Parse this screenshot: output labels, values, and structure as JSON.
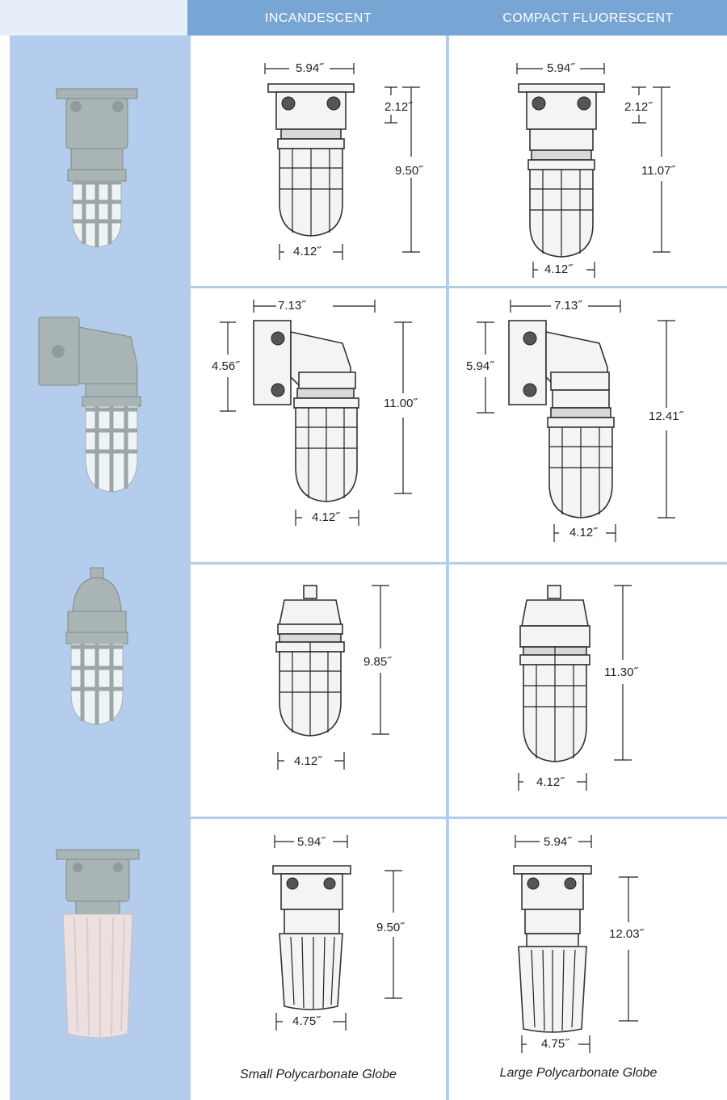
{
  "header": {
    "incandescent_label": "INCANDESCENT",
    "compact_fluorescent_label": "COMPACT FLUORESCENT"
  },
  "rows": [
    {
      "incandescent": {
        "top_width": "5.94˝",
        "box_height": "2.12˝",
        "total_height": "9.50˝",
        "bottom_width": "4.12˝"
      },
      "fluorescent": {
        "top_width": "5.94˝",
        "box_height": "2.12˝",
        "total_height": "11.07˝",
        "bottom_width": "4.12˝"
      }
    },
    {
      "incandescent": {
        "top_width": "7.13˝",
        "box_height": "4.56˝",
        "total_height": "11.00˝",
        "bottom_width": "4.12˝"
      },
      "fluorescent": {
        "top_width": "7.13˝",
        "box_height": "5.94˝",
        "total_height": "12.41˝",
        "bottom_width": "4.12˝"
      }
    },
    {
      "incandescent": {
        "total_height": "9.85˝",
        "bottom_width": "4.12˝"
      },
      "fluorescent": {
        "total_height": "11.30˝",
        "bottom_width": "4.12˝"
      }
    },
    {
      "incandescent": {
        "top_width": "5.94˝",
        "total_height": "9.50˝",
        "bottom_width": "4.75˝",
        "caption": "Small Polycarbonate Globe"
      },
      "fluorescent": {
        "top_width": "5.94˝",
        "total_height": "12.03˝",
        "bottom_width": "4.75˝",
        "caption": "Large Polycarbonate Globe"
      }
    }
  ]
}
